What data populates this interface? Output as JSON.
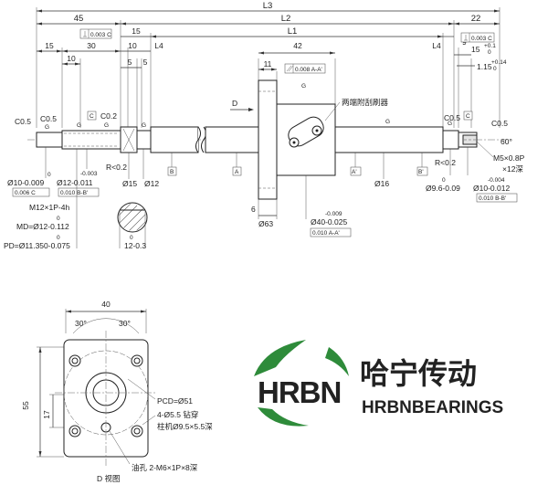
{
  "colors": {
    "line": "#222222",
    "brand_green": "#2e8b3a",
    "fill_shade": "#e3e3e3"
  },
  "top_dims": {
    "l3": "L3",
    "l2": "L2",
    "l1": "L1",
    "d45": "45",
    "d22": "22",
    "d15a": "15",
    "d10a": "10",
    "d42": "42",
    "d15b": "15",
    "d30": "30",
    "d10b": "10",
    "d5a": "5",
    "d5b": "5",
    "d11": "11",
    "l4a": "L4",
    "l4b": "L4",
    "d9": "9",
    "d15c": "15",
    "tol_01": "+0.1",
    "tol_0": "0",
    "d1_15": "1.15",
    "tol_014": "+0.14",
    "tol_0b": "0"
  },
  "gdt": {
    "perp_a": "0.003 C",
    "perp_b": "0.003 C",
    "par_a": "0.008 A-A'",
    "runout_a": "0.006 C",
    "runout_b": "0.010 B-B'",
    "runout_c": "0.010 A-A'",
    "runout_d": "0.010 B-B'"
  },
  "labels": {
    "c05a": "C0.5",
    "c05b": "C0.5",
    "c02": "C0.2",
    "c05c": "C0.5",
    "c05d": "C0.5",
    "ref_c": "C",
    "ref_b1": "B",
    "ref_a1": "A",
    "ref_a2": "A'",
    "ref_b2": "B'",
    "ref_c2": "C",
    "view_d": "D",
    "wiper": "两端附刮刷器",
    "g": "G",
    "r02a": "R<0.2",
    "r02b": "R<0.2",
    "deg60": "60°",
    "m5": "M5×0.8P",
    "m5_depth": "×12深"
  },
  "shaft_dims": {
    "d10_tol": "0",
    "d10": "Ø10-0.009",
    "d12_tol": "-0.003",
    "d12": "Ø12-0.011",
    "d15": "Ø15",
    "d12b": "Ø12",
    "d16": "Ø16",
    "d63": "Ø63",
    "d6": "6",
    "d40_tol": "-0.009",
    "d40": "Ø40-0.025",
    "d96_tol": "0",
    "d96": "Ø9.6-0.09",
    "d10r_tol": "-0.004",
    "d10r": "Ø10-0.012"
  },
  "thread_dims": {
    "m12": "M12×1P-4h",
    "md_tol": "0",
    "md": "MD=Ø12-0.112",
    "pd_tol": "0",
    "pd": "PD=Ø11.350-0.075",
    "key_tol": "0",
    "key": "12-0.3"
  },
  "flange_view": {
    "w40": "40",
    "h55": "55",
    "h17": "17",
    "a30a": "30°",
    "a30b": "30°",
    "pcd": "PCD=Ø51",
    "holes": "4-Ø5.5 钻穿",
    "cbore": "柱机Ø9.5×5.5深",
    "oil": "油孔 2-M6×1P×8深",
    "title": "D 视图"
  },
  "logo": {
    "mark": "HRBN",
    "cn": "哈宁传动",
    "en": "HRBNBEARINGS"
  }
}
